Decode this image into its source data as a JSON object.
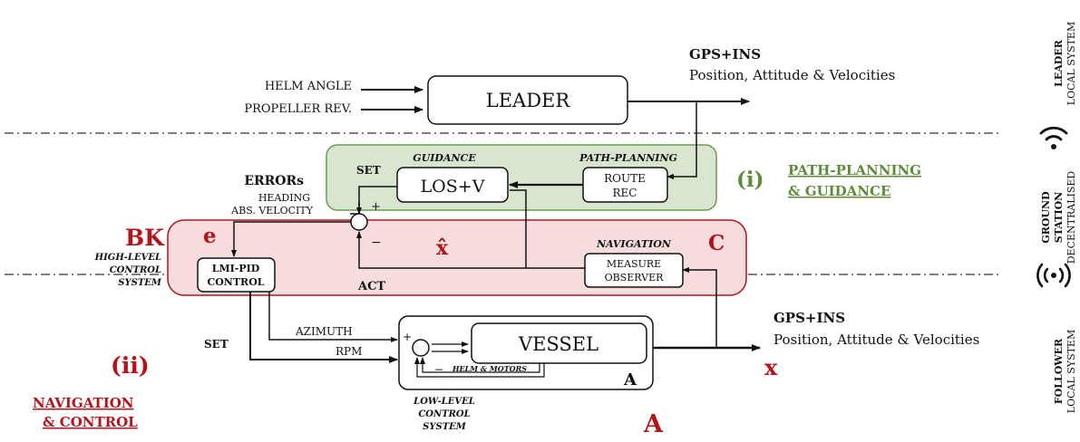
{
  "inputs": {
    "helm_angle": "HELM ANGLE",
    "propeller_rev": "PROPELLER REV."
  },
  "leader": {
    "label": "LEADER"
  },
  "gps_top": {
    "title": "GPS+INS",
    "subtitle": "Position, Attitude & Velocities"
  },
  "gps_bottom": {
    "title": "GPS+INS",
    "subtitle": "Position, Attitude & Velocities"
  },
  "guidance": {
    "guidance_label": "GUIDANCE",
    "path_planning_label": "PATH-PLANNING",
    "los_label": "LOS+V",
    "route_line1": "ROUTE",
    "route_line2": "REC",
    "set_label": "SET"
  },
  "errors": {
    "title": "ERRORs",
    "line1": "HEADING",
    "line2": "ABS. VELOCITY"
  },
  "sum_signs": {
    "plus": "+",
    "minus": "−"
  },
  "section_i": {
    "tag": "(i)",
    "line1": "PATH-PLANNING",
    "line2": "& GUIDANCE"
  },
  "control_region": {
    "bk": "BK",
    "high_level_1": "HIGH-LEVEL",
    "high_level_2": "CONTROL",
    "high_level_3": "SYSTEM",
    "e": "e",
    "xhat": "x̂",
    "c": "C",
    "navigation_label": "NAVIGATION",
    "measure_line1": "MEASURE",
    "measure_line2": "OBSERVER",
    "lmi_line1": "LMI-PID",
    "lmi_line2": "CONTROL",
    "act": "ACT",
    "set": "SET",
    "azimuth": "AZIMUTH",
    "rpm": "RPM"
  },
  "vessel": {
    "label": "VESSEL",
    "helm_motors": "HELM & MOTORS",
    "a_small": "A",
    "plus": "+",
    "minus": "−"
  },
  "low_level": {
    "line1": "LOW-LEVEL",
    "line2": "CONTROL",
    "line3": "SYSTEM"
  },
  "x_out": "x",
  "section_ii": {
    "tag": "(ii)",
    "line1": "NAVIGATION",
    "line2": "& CONTROL"
  },
  "big_a": "A",
  "side_labels": {
    "leader_1": "LEADER",
    "leader_2": "LOCAL SYSTEM",
    "ground_1": "GROUND",
    "ground_2": "STATION",
    "ground_3": "DECENTRALISED",
    "follower_1": "FOLLOWER",
    "follower_2": "LOCAL SYSTEM"
  },
  "icons": {
    "wifi": "wifi-icon",
    "antenna": "antenna-icon"
  },
  "colors": {
    "red_region_fill": "#f6dcdc",
    "red_region_stroke": "#b3141b",
    "green_region_fill": "#d8e6cf",
    "green_region_stroke": "#6f9a4e",
    "red_text": "#b3141b",
    "green_text": "#5e8c3a"
  }
}
